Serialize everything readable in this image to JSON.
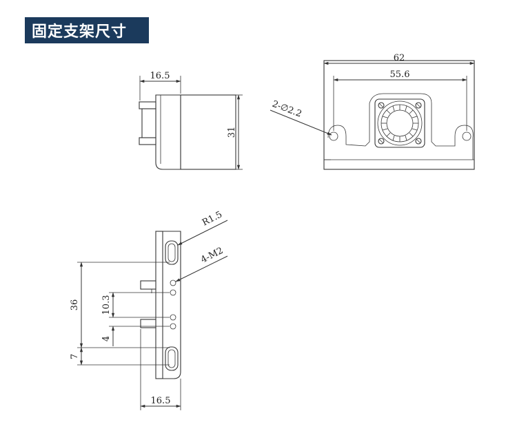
{
  "title": "固定支架尺寸",
  "side_view": {
    "width_dim": "16.5",
    "height_dim": "31"
  },
  "front_view": {
    "outer_width_dim": "62",
    "hole_spacing_dim": "55.6",
    "hole_callout": "2-∅2.2"
  },
  "bottom_view": {
    "radius_callout": "R1.5",
    "thread_callout": "4-M2",
    "height_dim": "36",
    "hole_spacing_dim": "10.3",
    "offset_dim": "4",
    "slot_offset_dim": "7",
    "width_dim": "16.5"
  }
}
